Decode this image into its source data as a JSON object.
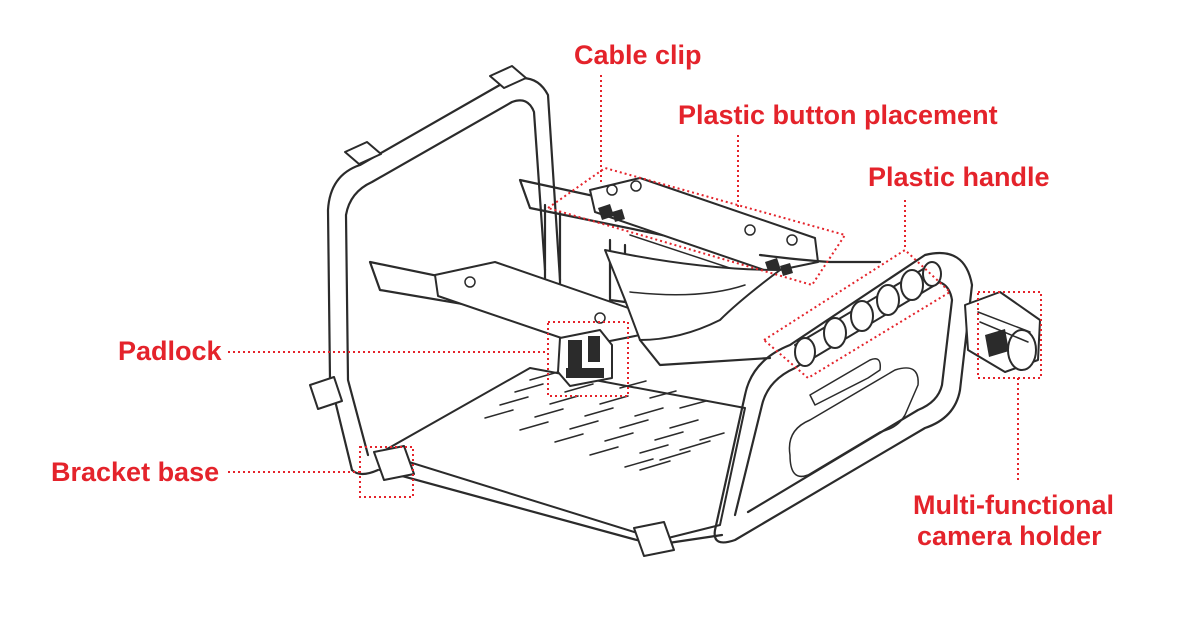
{
  "labels": {
    "cable_clip": "Cable clip",
    "plastic_button_placement": "Plastic button placement",
    "plastic_handle": "Plastic handle",
    "padlock": "Padlock",
    "bracket_base": "Bracket base",
    "camera_holder_line1": "Multi-functional",
    "camera_holder_line2": "camera holder"
  },
  "colors": {
    "callout": "#e4232b",
    "line_art": "#2b2b2b",
    "background": "#ffffff"
  }
}
